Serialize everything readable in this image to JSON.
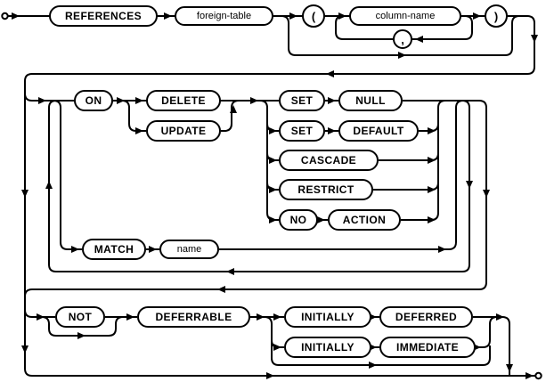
{
  "diagram_type": "railroad-syntax-diagram",
  "colors": {
    "line": "#000000",
    "background": "#ffffff",
    "node_fill": "#ffffff",
    "text": "#000000"
  },
  "nodes": {
    "references": "REFERENCES",
    "foreign_table": "foreign-table",
    "open_paren": "(",
    "column_name": "column-name",
    "comma": ",",
    "close_paren": ")",
    "on": "ON",
    "delete": "DELETE",
    "update": "UPDATE",
    "set_1": "SET",
    "null": "NULL",
    "set_2": "SET",
    "default": "DEFAULT",
    "cascade": "CASCADE",
    "restrict": "RESTRICT",
    "no": "NO",
    "action": "ACTION",
    "match": "MATCH",
    "name": "name",
    "not": "NOT",
    "deferrable": "DEFERRABLE",
    "initially_1": "INITIALLY",
    "deferred": "DEFERRED",
    "initially_2": "INITIALLY",
    "immediate": "IMMEDIATE"
  }
}
